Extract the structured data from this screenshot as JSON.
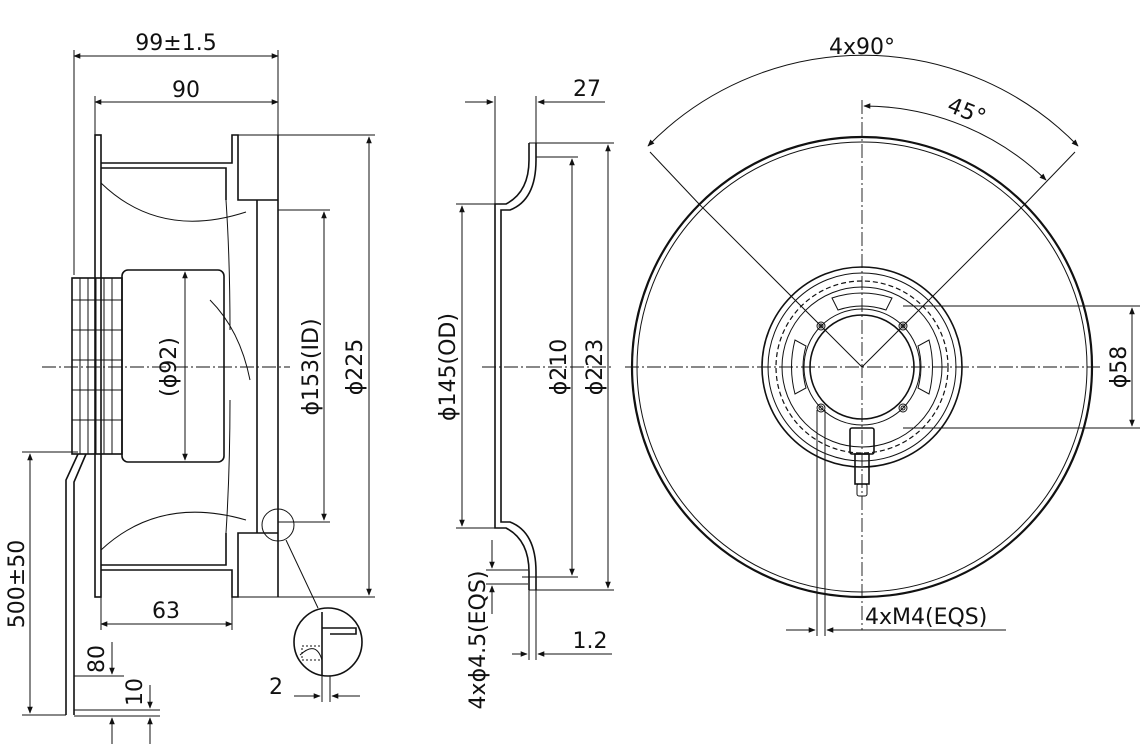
{
  "drawing": {
    "side_view": {
      "overall_length": "99±1.5",
      "blade_length": "90",
      "motor_diameter": "(ϕ92)",
      "inlet_id": "ϕ153(ID)",
      "impeller_diameter": "ϕ225",
      "depth": "63",
      "cable_length": "500±50",
      "strip_length": "80",
      "wire_end": "10",
      "wall_thickness": "2"
    },
    "inlet_ring": {
      "width": "27",
      "outer_diameter": "ϕ145(OD)",
      "ring_diameter": "ϕ210",
      "flange_diameter": "ϕ223",
      "mount_holes": "4xϕ4.5(EQS)",
      "thickness": "1.2"
    },
    "front_view": {
      "hole_spacing_angle": "4x90°",
      "hole_offset_angle": "45°",
      "hub_diameter": "ϕ58",
      "threads": "4xM4(EQS)"
    }
  }
}
